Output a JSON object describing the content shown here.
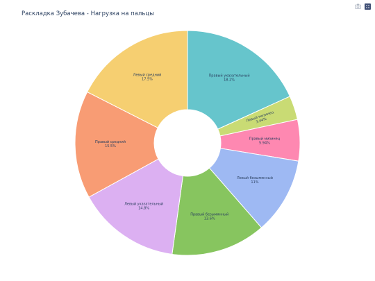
{
  "modebar": {
    "camera_icon": "camera-icon",
    "logo_icon": "plotly-logo-icon"
  },
  "chart_data": {
    "type": "pie",
    "hole": true,
    "title": "Раскладка Зубачева - Нагрузка на пальцы",
    "legend": false,
    "slices": [
      {
        "label": "Правый указательный",
        "percent": 18.2,
        "percent_text": "18.2%",
        "color": "#66c5cc"
      },
      {
        "label": "Левый мизинец",
        "percent": 3.44,
        "percent_text": "3.44%",
        "color": "#c9db74"
      },
      {
        "label": "Правый мизинец",
        "percent": 5.94,
        "percent_text": "5.94%",
        "color": "#fe88b1"
      },
      {
        "label": "Левый безымянный",
        "percent": 11,
        "percent_text": "11%",
        "color": "#9eb9f3"
      },
      {
        "label": "Правый безымянный",
        "percent": 13.6,
        "percent_text": "13.6%",
        "color": "#87c55f"
      },
      {
        "label": "Левый указательный",
        "percent": 14.8,
        "percent_text": "14.8%",
        "color": "#dcb0f2"
      },
      {
        "label": "Правый средний",
        "percent": 15.5,
        "percent_text": "15.5%",
        "color": "#f89c74"
      },
      {
        "label": "Левый средний",
        "percent": 17.5,
        "percent_text": "17.5%",
        "color": "#f6cf71"
      }
    ]
  }
}
